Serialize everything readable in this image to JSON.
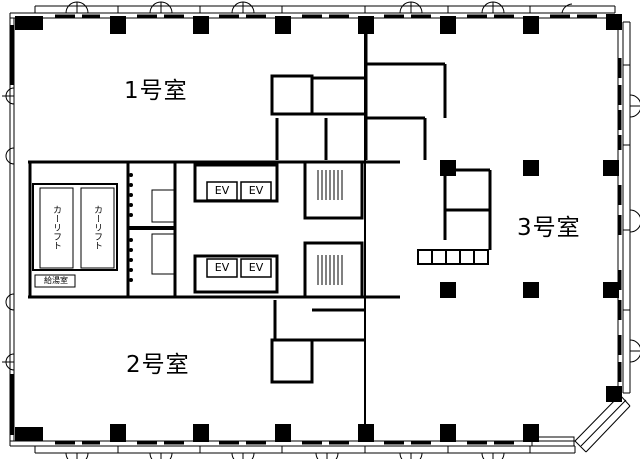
{
  "floor_plan": {
    "rooms": [
      {
        "id": "room1",
        "label": "1号室"
      },
      {
        "id": "room2",
        "label": "2号室"
      },
      {
        "id": "room3",
        "label": "3号室"
      }
    ],
    "elevators": [
      {
        "id": "ev1",
        "label": "EV"
      },
      {
        "id": "ev2",
        "label": "EV"
      },
      {
        "id": "ev3",
        "label": "EV"
      },
      {
        "id": "ev4",
        "label": "EV"
      }
    ],
    "car_lifts": [
      {
        "id": "lift1",
        "label": "カーリフト"
      },
      {
        "id": "lift2",
        "label": "カーリフト"
      }
    ],
    "service": {
      "kitchenette_label": "給湯室"
    },
    "colors": {
      "wall": "#000000",
      "background": "#ffffff"
    }
  }
}
